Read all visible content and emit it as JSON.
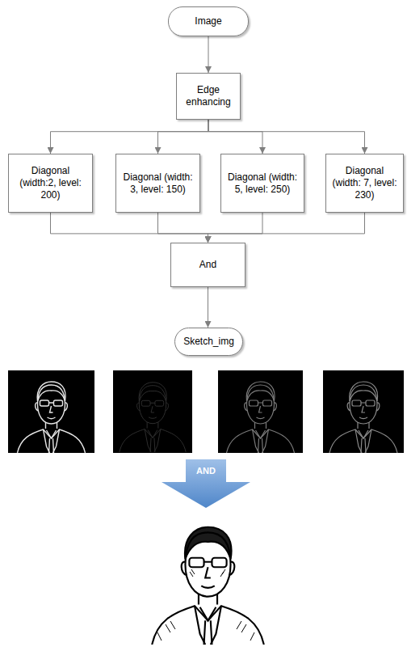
{
  "diagram": {
    "nodes": [
      {
        "text": [
          "Image"
        ]
      },
      {
        "text": [
          "Edge enhancing"
        ]
      },
      {
        "text": [
          "Diagonal (width:2, level: 200)"
        ]
      },
      {
        "text": [
          "Diagonal (width: 3, level: 150)"
        ]
      },
      {
        "text": [
          "Diagonal (width: 5, level: 250)"
        ]
      },
      {
        "text": [
          "Diagonal (width: 7, level: 230)"
        ]
      },
      {
        "text": [
          "And"
        ]
      },
      {
        "text": [
          "Sketch_img"
        ]
      },
      {
        "text": [
          "AND"
        ]
      }
    ],
    "edges": [
      {
        "from": 0,
        "to": 1,
        "arrow": "to"
      },
      {
        "from": 1,
        "to": 2,
        "arrow": "to"
      },
      {
        "from": 1,
        "to": 3,
        "arrow": "to"
      },
      {
        "from": 1,
        "to": 4,
        "arrow": "to"
      },
      {
        "from": 1,
        "to": 5,
        "arrow": "to"
      },
      {
        "from": 2,
        "to": 6,
        "arrow": "to"
      },
      {
        "from": 3,
        "to": 6,
        "arrow": "to"
      },
      {
        "from": 4,
        "to": 6,
        "arrow": "to"
      },
      {
        "from": 5,
        "to": 6,
        "arrow": "to"
      },
      {
        "from": 6,
        "to": 7,
        "arrow": "to"
      }
    ]
  }
}
